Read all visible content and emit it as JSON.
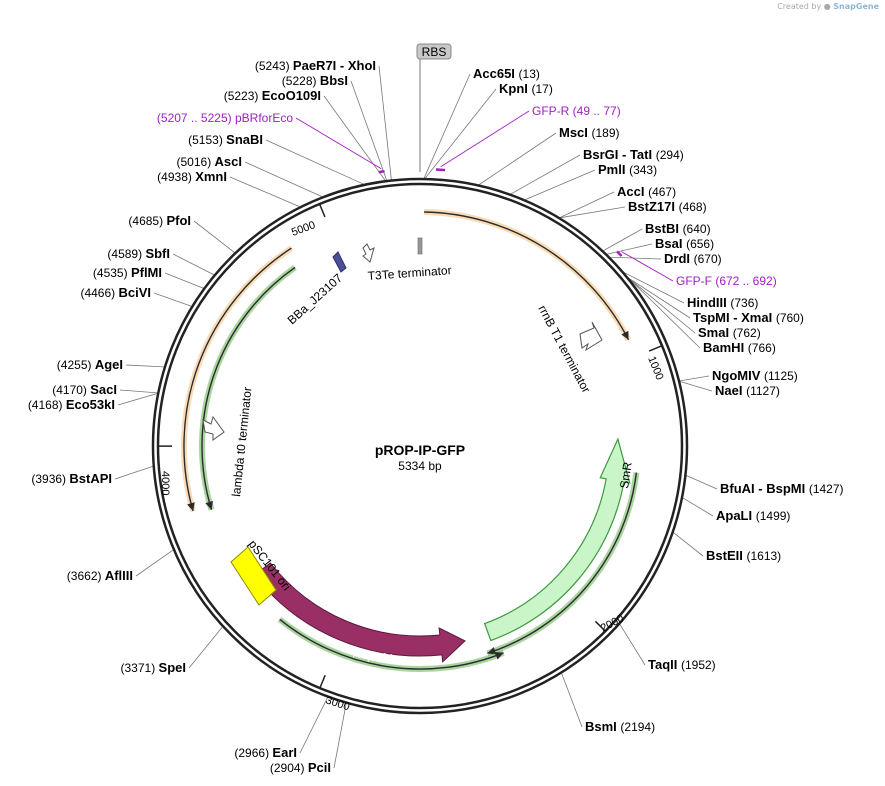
{
  "credit": {
    "prefix": "Created by",
    "brand": "SnapGene"
  },
  "plasmid": {
    "name": "pROP-IP-GFP",
    "length_label": "5334 bp",
    "length": 5334
  },
  "colors": {
    "backbone": "#222222",
    "orange": "#f2b25f",
    "green": "#43a12f",
    "smr_fill": "#c9f5c9",
    "smr_stroke": "#3c9a3c",
    "rep101": "#9a2f66",
    "ori": "#ffff00",
    "promoter": "#4b4f9a",
    "primer": "#a020c0",
    "leader": "#777777"
  },
  "ticks": [
    {
      "pos": 1000,
      "label": "1000"
    },
    {
      "pos": 2000,
      "label": "2000"
    },
    {
      "pos": 3000,
      "label": "3000"
    },
    {
      "pos": 4000,
      "label": "4000"
    },
    {
      "pos": 5000,
      "label": "5000"
    }
  ],
  "sites": [
    {
      "name": "Acc65I",
      "pos": 13,
      "pos_text": "(13)",
      "side": "right"
    },
    {
      "name": "KpnI",
      "pos": 17,
      "pos_text": "(17)",
      "side": "right"
    },
    {
      "name": "MscI",
      "pos": 189,
      "pos_text": "(189)",
      "side": "right"
    },
    {
      "name": "BsrGI - TatI",
      "pos": 294,
      "pos_text": "(294)",
      "side": "right"
    },
    {
      "name": "PmlI",
      "pos": 343,
      "pos_text": "(343)",
      "side": "right"
    },
    {
      "name": "AccI",
      "pos": 467,
      "pos_text": "(467)",
      "side": "right"
    },
    {
      "name": "BstZ17I",
      "pos": 468,
      "pos_text": "(468)",
      "side": "right"
    },
    {
      "name": "BstBI",
      "pos": 640,
      "pos_text": "(640)",
      "side": "right"
    },
    {
      "name": "BsaI",
      "pos": 656,
      "pos_text": "(656)",
      "side": "right"
    },
    {
      "name": "DrdI",
      "pos": 670,
      "pos_text": "(670)",
      "side": "right"
    },
    {
      "name": "HindIII",
      "pos": 736,
      "pos_text": "(736)",
      "side": "right"
    },
    {
      "name": "TspMI - XmaI",
      "pos": 760,
      "pos_text": "(760)",
      "side": "right"
    },
    {
      "name": "SmaI",
      "pos": 762,
      "pos_text": "(762)",
      "side": "right"
    },
    {
      "name": "BamHI",
      "pos": 766,
      "pos_text": "(766)",
      "side": "right"
    },
    {
      "name": "NgoMIV",
      "pos": 1125,
      "pos_text": "(1125)",
      "side": "right"
    },
    {
      "name": "NaeI",
      "pos": 1127,
      "pos_text": "(1127)",
      "side": "right"
    },
    {
      "name": "BfuAI - BspMI",
      "pos": 1427,
      "pos_text": "(1427)",
      "side": "right"
    },
    {
      "name": "ApaLI",
      "pos": 1499,
      "pos_text": "(1499)",
      "side": "right"
    },
    {
      "name": "BstEII",
      "pos": 1613,
      "pos_text": "(1613)",
      "side": "right"
    },
    {
      "name": "TaqII",
      "pos": 1952,
      "pos_text": "(1952)",
      "side": "right"
    },
    {
      "name": "BsmI",
      "pos": 2194,
      "pos_text": "(2194)",
      "side": "right"
    },
    {
      "name": "PciI",
      "pos": 2904,
      "pos_text": "(2904)",
      "side": "left"
    },
    {
      "name": "EarI",
      "pos": 2966,
      "pos_text": "(2966)",
      "side": "left"
    },
    {
      "name": "SpeI",
      "pos": 3371,
      "pos_text": "(3371)",
      "side": "left"
    },
    {
      "name": "AflIII",
      "pos": 3662,
      "pos_text": "(3662)",
      "side": "left"
    },
    {
      "name": "BstAPI",
      "pos": 3936,
      "pos_text": "(3936)",
      "side": "left"
    },
    {
      "name": "Eco53kI",
      "pos": 4168,
      "pos_text": "(4168)",
      "side": "left"
    },
    {
      "name": "SacI",
      "pos": 4170,
      "pos_text": "(4170)",
      "side": "left"
    },
    {
      "name": "AgeI",
      "pos": 4255,
      "pos_text": "(4255)",
      "side": "left"
    },
    {
      "name": "BciVI",
      "pos": 4466,
      "pos_text": "(4466)",
      "side": "left"
    },
    {
      "name": "PflMI",
      "pos": 4535,
      "pos_text": "(4535)",
      "side": "left"
    },
    {
      "name": "SbfI",
      "pos": 4589,
      "pos_text": "(4589)",
      "side": "left"
    },
    {
      "name": "PfoI",
      "pos": 4685,
      "pos_text": "(4685)",
      "side": "left"
    },
    {
      "name": "XmnI",
      "pos": 4938,
      "pos_text": "(4938)",
      "side": "left"
    },
    {
      "name": "AscI",
      "pos": 5016,
      "pos_text": "(5016)",
      "side": "left"
    },
    {
      "name": "SnaBI",
      "pos": 5153,
      "pos_text": "(5153)",
      "side": "left"
    },
    {
      "name": "EcoO109I",
      "pos": 5223,
      "pos_text": "(5223)",
      "side": "left"
    },
    {
      "name": "BbsI",
      "pos": 5228,
      "pos_text": "(5228)",
      "side": "left"
    },
    {
      "name": "PaeR7I - XhoI",
      "pos": 5243,
      "pos_text": "(5243)",
      "side": "left"
    }
  ],
  "primers": [
    {
      "name": "GFP-R",
      "range_text": "(49 .. 77)",
      "start": 49,
      "end": 77,
      "side": "right"
    },
    {
      "name": "GFP-F",
      "range_text": "(672 .. 692)",
      "start": 672,
      "end": 692,
      "side": "right"
    },
    {
      "name": "pBRforEco",
      "range_text": "(5207 .. 5225)",
      "start": 5207,
      "end": 5225,
      "side": "left"
    }
  ],
  "features": {
    "rbs": {
      "label": "RBS",
      "pos": 0
    },
    "rrnb": {
      "label": "rrnB T1 terminator"
    },
    "smr": {
      "label": "SmR"
    },
    "rep101": {
      "label": "Rep101"
    },
    "psc101": {
      "label": "pSC101 ori"
    },
    "lambda": {
      "label": "lambda t0 terminator"
    },
    "bba": {
      "label": "BBa_J23107"
    },
    "t3te": {
      "label": "T3Te terminator"
    }
  }
}
